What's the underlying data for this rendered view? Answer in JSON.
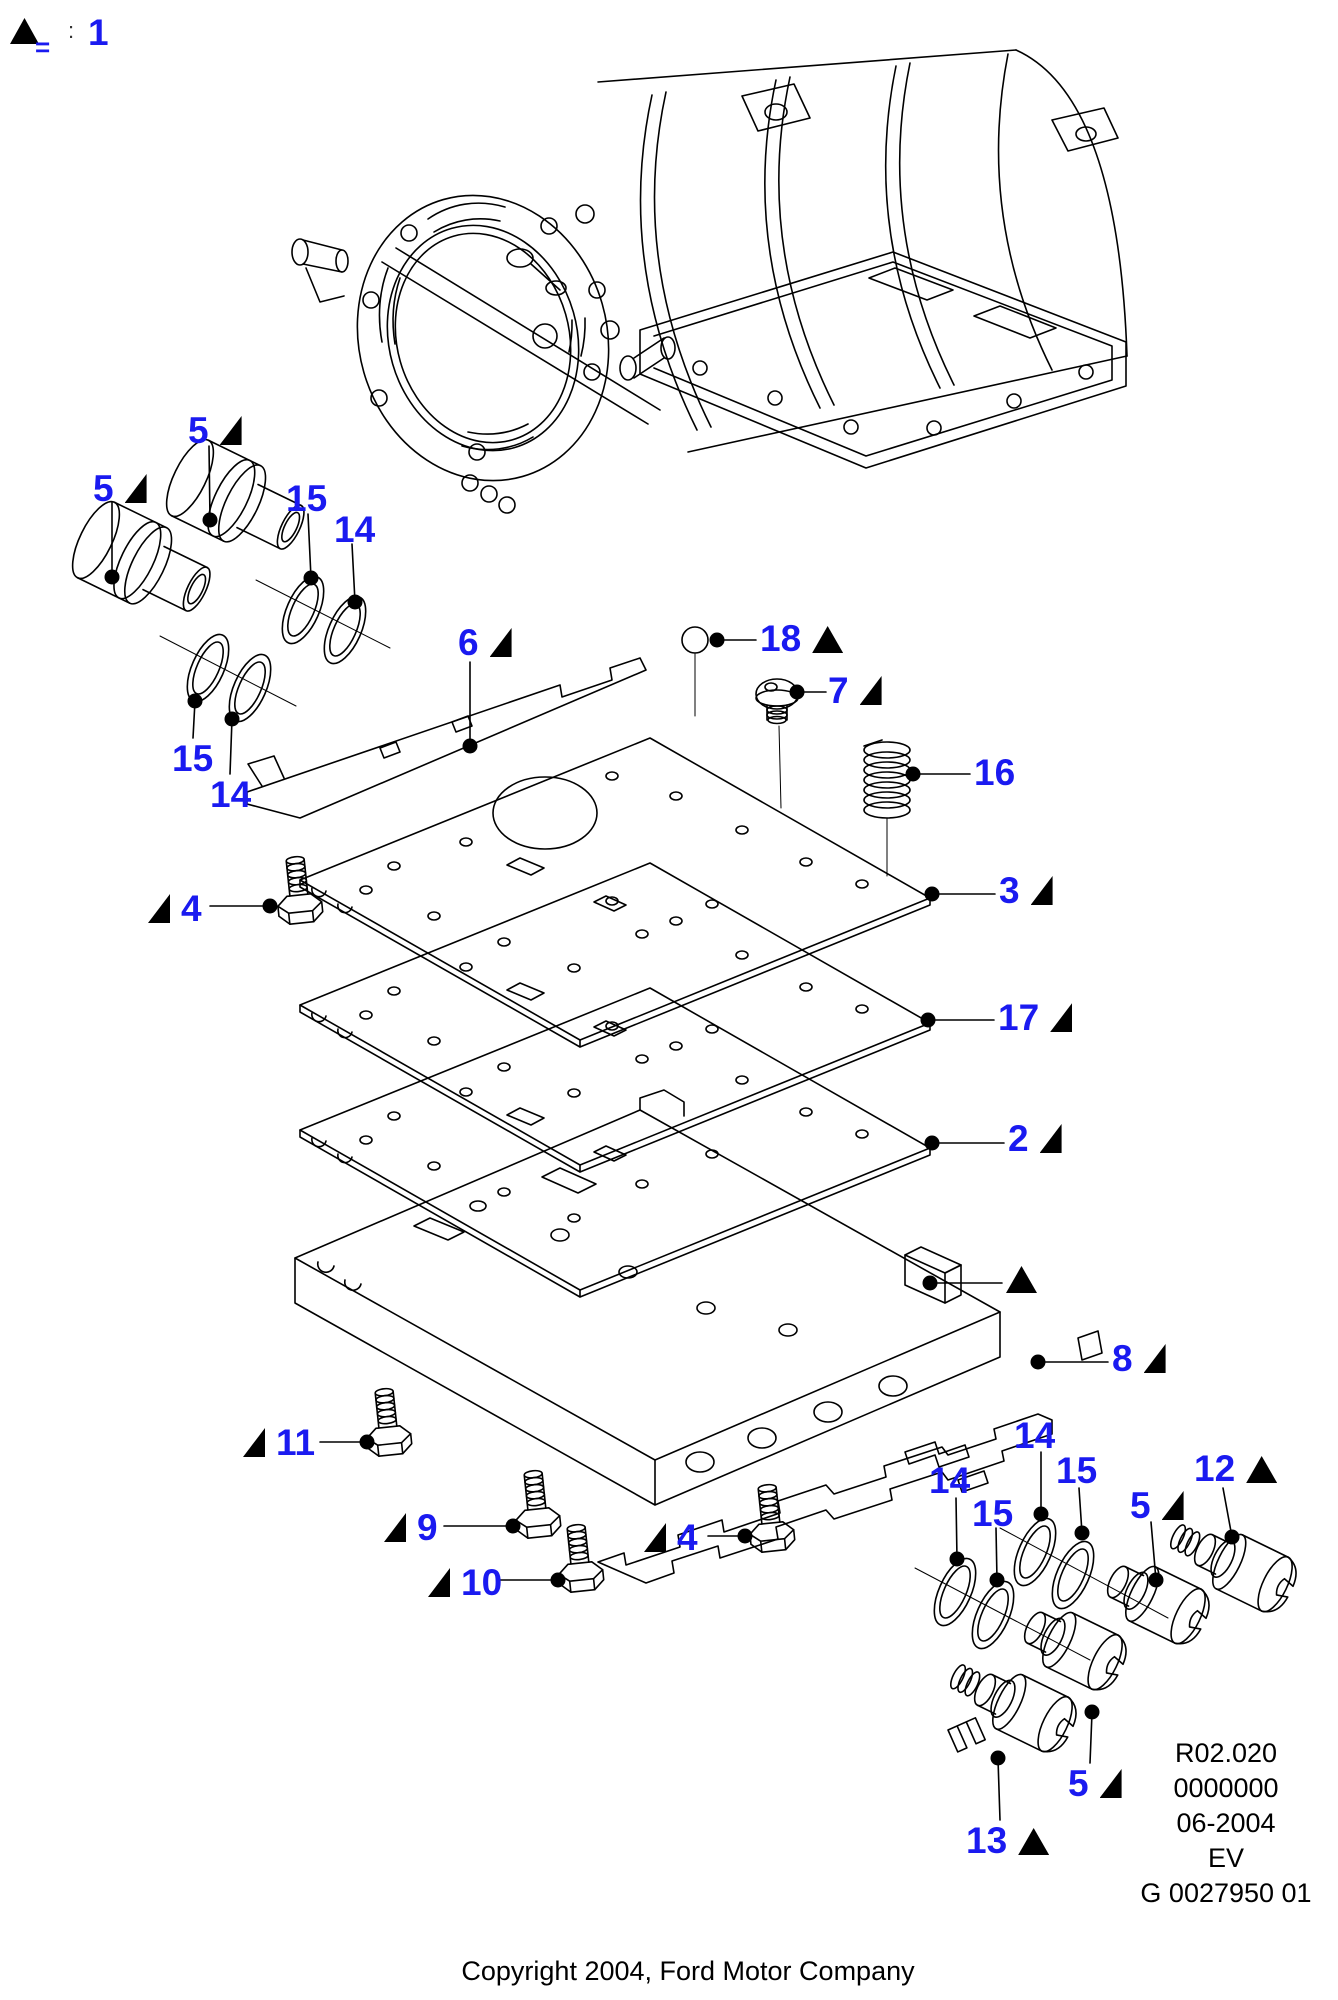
{
  "legend": {
    "equals": "=",
    "colon": ":",
    "number": "1"
  },
  "callouts": [
    {
      "text": "5"
    },
    {
      "text": "5"
    },
    {
      "text": "15"
    },
    {
      "text": "14"
    },
    {
      "text": "15"
    },
    {
      "text": "14"
    },
    {
      "text": "6"
    },
    {
      "text": "18"
    },
    {
      "text": "7"
    },
    {
      "text": "16"
    },
    {
      "text": "3"
    },
    {
      "text": "17"
    },
    {
      "text": "2"
    },
    {
      "text": "8"
    },
    {
      "text": "11"
    },
    {
      "text": "9"
    },
    {
      "text": "10"
    },
    {
      "text": "4"
    },
    {
      "text": "4"
    },
    {
      "text": "14"
    },
    {
      "text": "15"
    },
    {
      "text": "14"
    },
    {
      "text": "15"
    },
    {
      "text": "5"
    },
    {
      "text": "12"
    },
    {
      "text": "5"
    },
    {
      "text": "13"
    }
  ],
  "info_block": {
    "lines": [
      "R02.020",
      "0000000",
      "06-2004",
      "EV",
      "G 0027950 01"
    ]
  },
  "footer": {
    "copyright": "Copyright 2004, Ford Motor Company"
  },
  "colors": {
    "label_blue": "#1a1af0",
    "line_black": "#000000",
    "background": "#ffffff"
  }
}
